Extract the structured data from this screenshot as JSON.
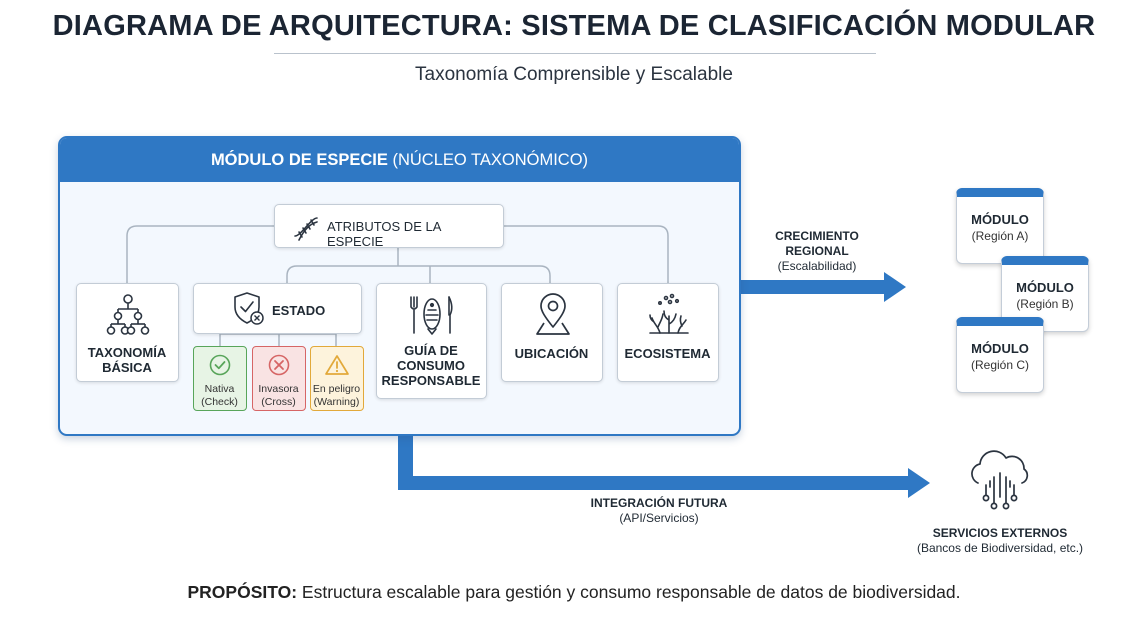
{
  "page": {
    "title": "DIAGRAMA DE ARQUITECTURA: SISTEMA DE CLASIFICACIÓN MODULAR",
    "subtitle": "Taxonomía Comprensible y Escalable"
  },
  "colors": {
    "primary_blue": "#2f78c4",
    "panel_bg": "#f3f8fe",
    "nativa_green": "#58a55a",
    "invasora_red": "#d66565",
    "peligro_amber": "#e2a93a"
  },
  "species_module": {
    "header_bold": "MÓDULO DE ESPECIE",
    "header_rest": "(NÚCLEO TAXONÓMICO)",
    "attributes": {
      "label": "ATRIBUTOS DE LA ESPECIE",
      "icon": "dna-icon"
    },
    "taxonomy": {
      "label_line1": "TAXONOMÍA",
      "label_line2": "BÁSICA",
      "icon": "hierarchy-tree-icon"
    },
    "estado": {
      "label": "ESTADO",
      "icon": "shield-check-icon",
      "statuses": [
        {
          "line1": "Nativa",
          "line2": "(Check)",
          "icon": "check-icon",
          "color": "#58a55a"
        },
        {
          "line1": "Invasora",
          "line2": "(Cross)",
          "icon": "cross-icon",
          "color": "#d66565"
        },
        {
          "line1": "En peligro",
          "line2": "(Warning)",
          "icon": "warning-icon",
          "color": "#e2a93a"
        }
      ]
    },
    "guia": {
      "line1": "GUÍA DE",
      "line2": "CONSUMO",
      "line3": "RESPONSABLE",
      "icon": "fish-utensils-icon"
    },
    "ubicacion": {
      "label": "UBICACIÓN",
      "icon": "map-pin-icon"
    },
    "ecosistema": {
      "label": "ECOSISTEMA",
      "icon": "coral-icon"
    }
  },
  "growth": {
    "line1": "CRECIMIENTO",
    "line2": "REGIONAL",
    "line3": "(Escalabilidad)"
  },
  "regions": [
    {
      "title": "MÓDULO",
      "sub": "(Región A)"
    },
    {
      "title": "MÓDULO",
      "sub": "(Región B)"
    },
    {
      "title": "MÓDULO",
      "sub": "(Región C)"
    }
  ],
  "integration": {
    "line1": "INTEGRACIÓN FUTURA",
    "line2": "(API/Servicios)"
  },
  "external": {
    "line1": "SERVICIOS EXTERNOS",
    "line2": "(Bancos de Biodiversidad, etc.)",
    "icon": "cloud-network-icon"
  },
  "purpose": {
    "bold": "PROPÓSITO:",
    "text": "Estructura escalable para gestión y consumo responsable de datos de biodiversidad."
  }
}
